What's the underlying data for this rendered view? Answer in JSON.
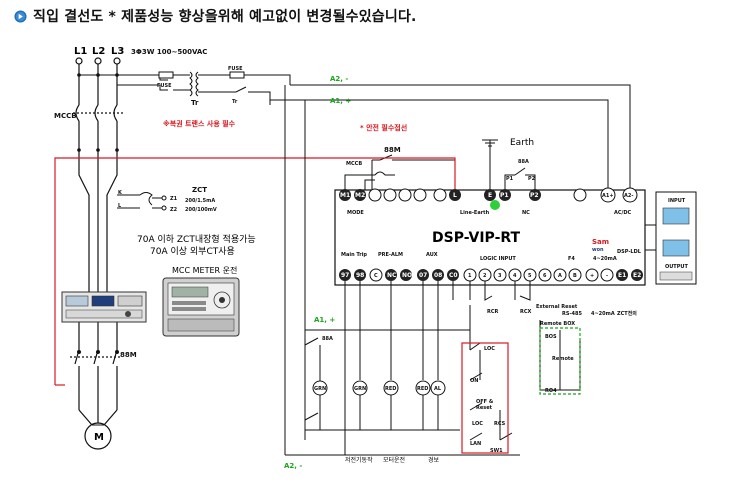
{
  "header": {
    "title": "직입 결선도 * 제품성능 향상을위해 예고없이 변경될수있습니다."
  },
  "lines": {
    "phases": [
      "L1",
      "L2",
      "L3"
    ],
    "supply_spec": "3Φ3W 100~500VAC",
    "rail_a2": "A2, -",
    "rail_a1": "A1, +",
    "rail_a1_lower": "A1, +",
    "rail_a2_lower": "A2, -"
  },
  "components": {
    "mccb_left": "MCCB",
    "fuse1": "FUSE",
    "fuse2": "FUSE",
    "transformer": "Tr",
    "tr_secondary": "Tr",
    "recommend_note": "※복권 트랜스 사용 필수",
    "safety_note": "* 안전 필수접선",
    "earth": "Earth",
    "contactor_top": "88M",
    "mccb_top": "MCCB",
    "aux_88a": "88A",
    "aux_p1": "P1",
    "aux_p2": "P2",
    "zct_label": "ZCT",
    "zct_k": "K",
    "zct_l": "L",
    "zct_z1": "Z1",
    "zct_z2": "Z2",
    "zct_spec1": "200/1.5mA",
    "zct_spec2": "200/100mV",
    "contactor_bottom": "88M",
    "motor": "M",
    "note_line1": "70A 이하 ZCT내장형 적용가능",
    "note_line2": "70A 이상 외부CT사용",
    "mcc_meter": "MCC METER 운전"
  },
  "device": {
    "name": "DSP-VIP-RT",
    "brand": "Sam",
    "brand2": "won",
    "top_terminals": [
      "M1",
      "M2",
      "",
      "",
      "L",
      "E",
      "",
      "P1",
      "P2",
      "",
      "",
      "A1+",
      "A2-"
    ],
    "top_label_mode": "MODE",
    "top_label_earth": "Line-Earth",
    "top_label_nc": "NC",
    "top_label_acdc": "AC/DC",
    "bottom_group_main": "Main Trip",
    "bottom_group_pre": "PRE-ALM",
    "bottom_group_aux": "AUX",
    "bottom_group_logic": "LOGIC INPUT",
    "bottom_group_f4": "F4",
    "bottom_group_i": "4~20mA",
    "bottom_group_dsp": "DSP-LDL",
    "bottom_terminals": [
      "97",
      "98",
      "C",
      "NC",
      "NO",
      "07",
      "08",
      "C0",
      "1",
      "2",
      "3",
      "4",
      "5",
      "6",
      "A",
      "B",
      "+",
      "-",
      "E1",
      "E2"
    ],
    "bottom_label_ext": "External Reset",
    "bottom_label_rs": "RS-485",
    "bottom_label_420": "4~20mA",
    "bottom_label_zct": "ZCT전의",
    "side_input": "INPUT",
    "side_output": "OUTPUT"
  },
  "control": {
    "rcr": "RCR",
    "rcx": "RCX",
    "remote_box": "Remote BOX",
    "remote": "Remote",
    "bos": "BOS",
    "ro4": "RO4",
    "loc": "LOC",
    "on": "ON",
    "off": "OFF &",
    "reset": "Reset",
    "loc2": "LOC",
    "rcs": "RCS",
    "lan": "LAN",
    "sw1": "SW1",
    "a2_lower": "88A",
    "lamps": [
      "GRN",
      "GRN",
      "RED",
      "RED",
      "AL"
    ],
    "bottom_notes": [
      "저전기동작",
      "모터운전",
      "경보"
    ]
  }
}
